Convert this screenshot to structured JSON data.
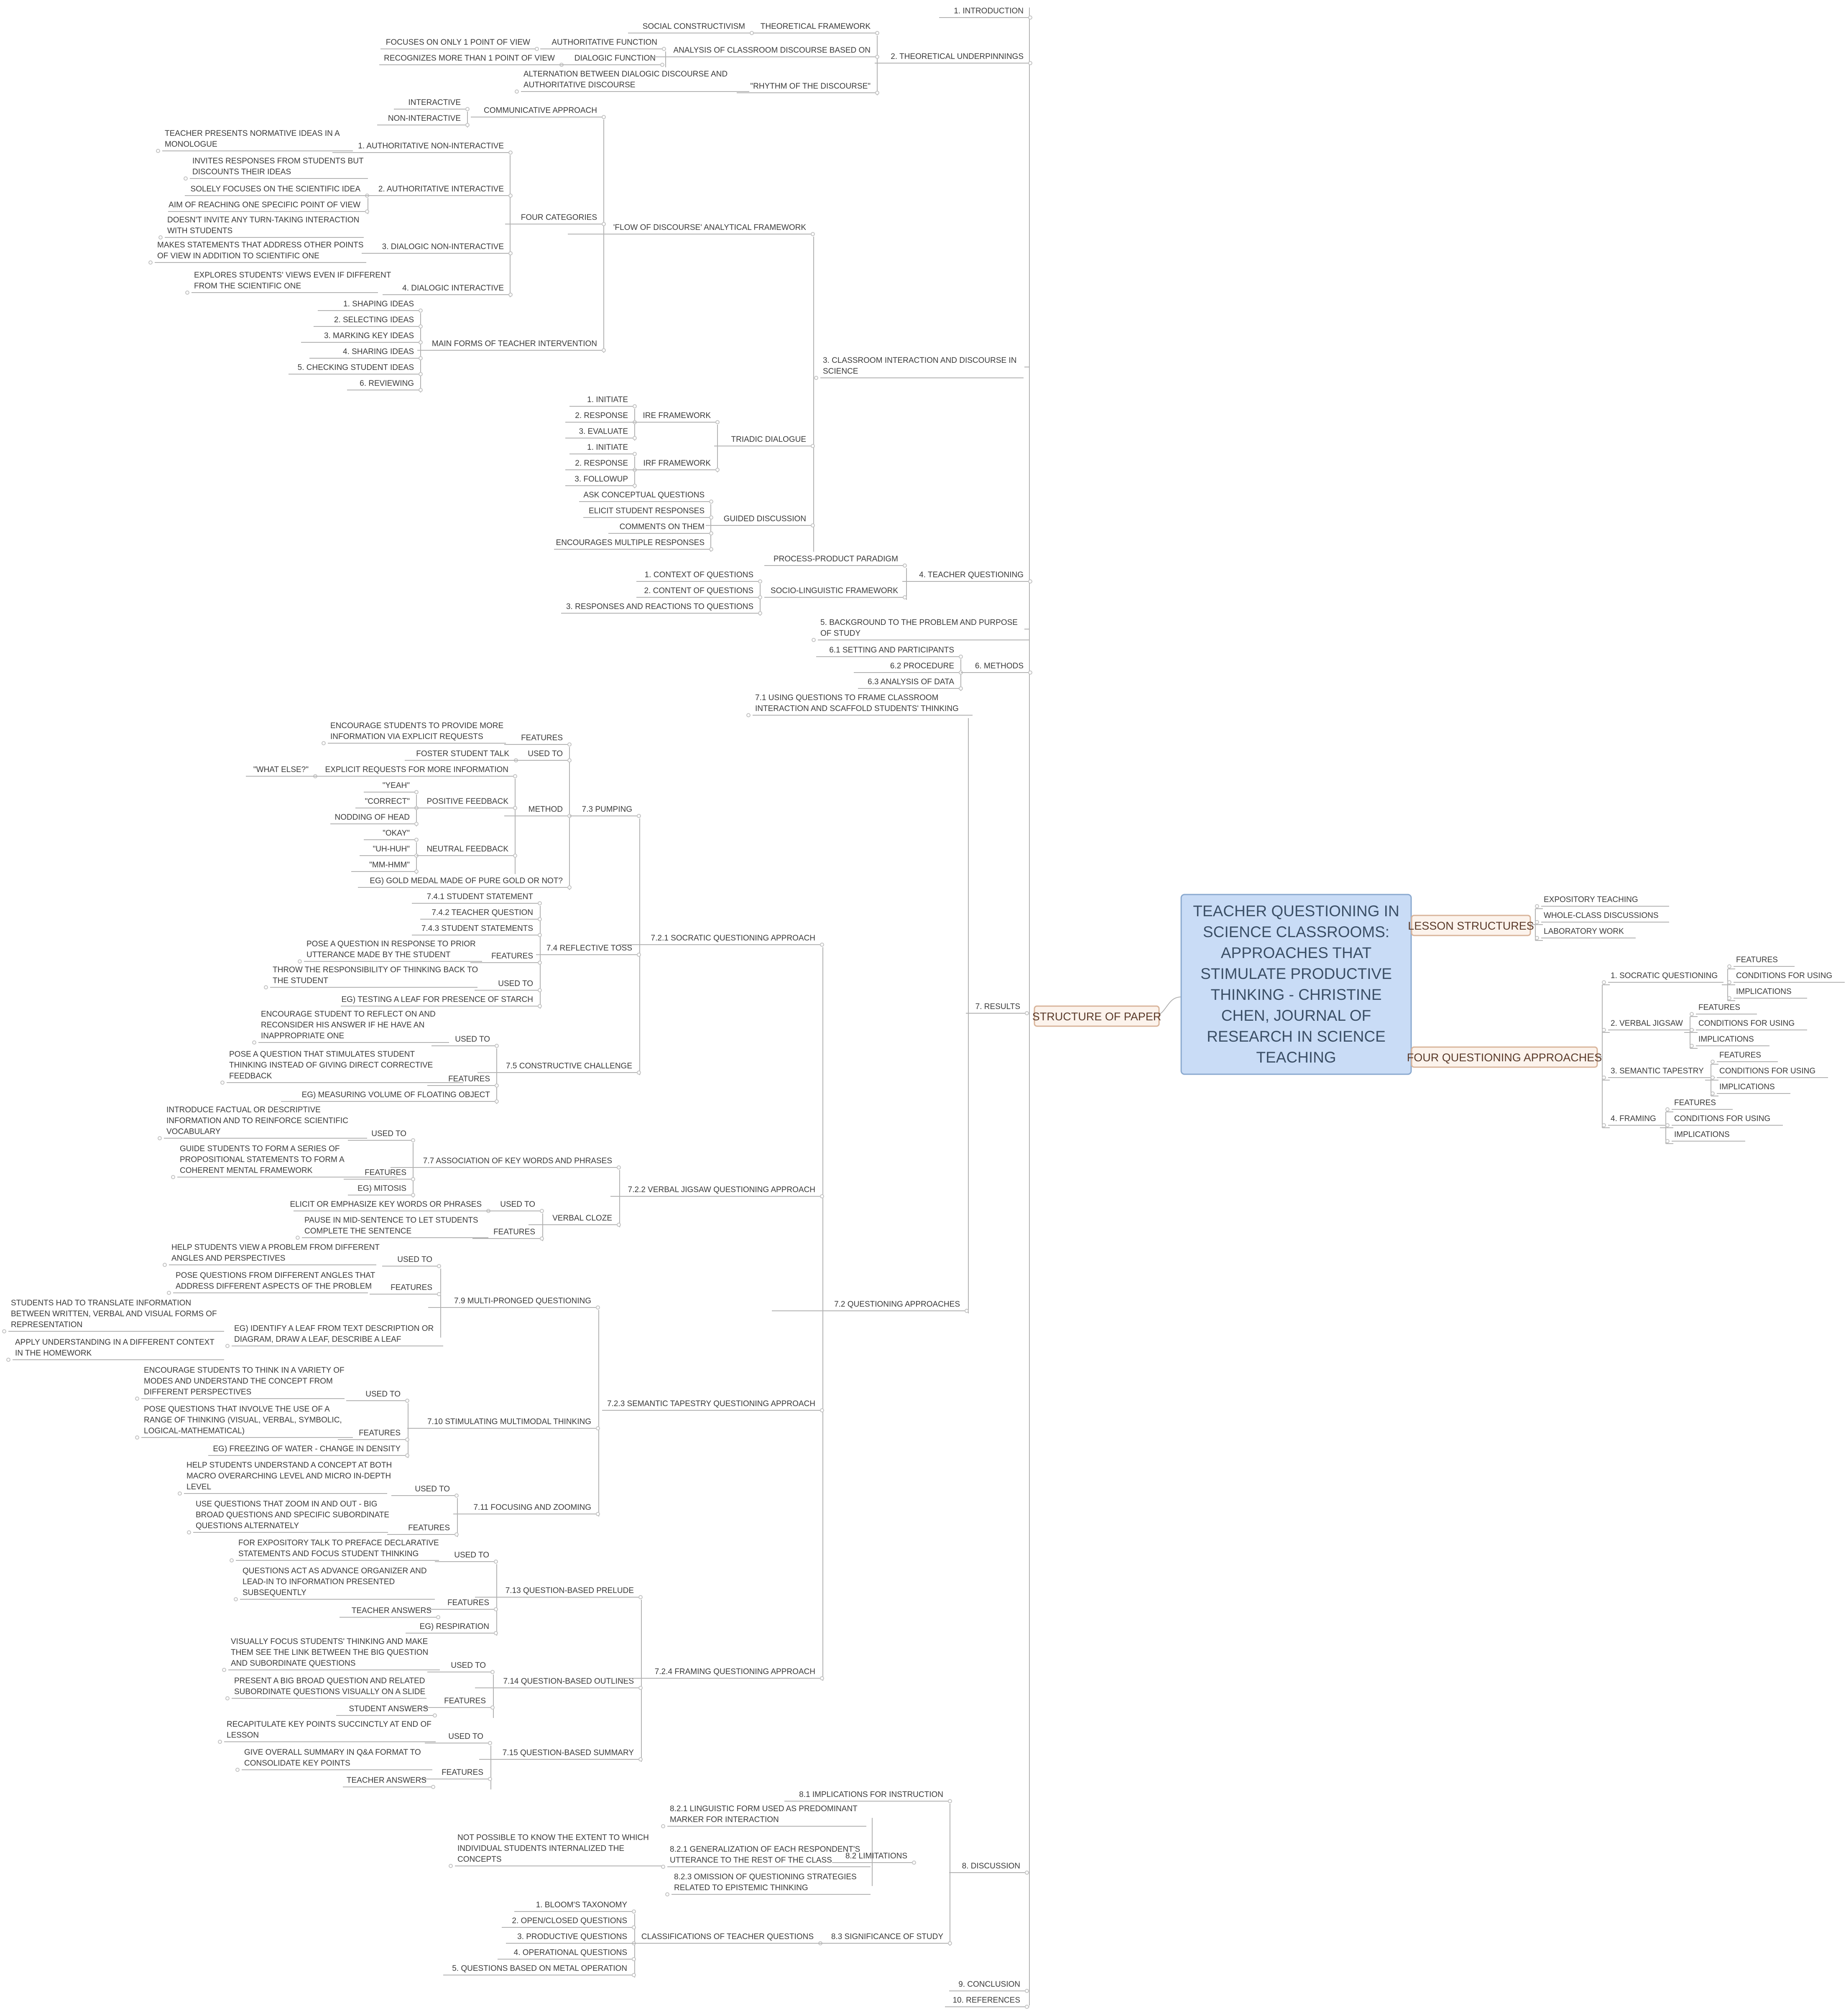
{
  "root": {
    "lines": [
      "TEACHER QUESTIONING IN",
      "SCIENCE CLASSROOMS:",
      "APPROACHES THAT",
      "STIMULATE PRODUCTIVE",
      "THINKING - CHRISTINE",
      "CHEN, JOURNAL OF",
      "RESEARCH IN SCIENCE",
      "TEACHING"
    ]
  },
  "main_branches": {
    "structure": "STRUCTURE OF PAPER",
    "lesson": "LESSON STRUCTURES",
    "approaches": "FOUR QUESTIONING APPROACHES"
  },
  "lesson_structures": [
    "EXPOSITORY TEACHING",
    "WHOLE-CLASS DISCUSSIONS",
    "LABORATORY WORK"
  ],
  "four_approaches": [
    {
      "name": "1. SOCRATIC QUESTIONING",
      "children": [
        "FEATURES",
        "CONDITIONS FOR USING",
        "IMPLICATIONS"
      ]
    },
    {
      "name": "2. VERBAL JIGSAW",
      "children": [
        "FEATURES",
        "CONDITIONS FOR USING",
        "IMPLICATIONS"
      ]
    },
    {
      "name": "3. SEMANTIC TAPESTRY",
      "children": [
        "FEATURES",
        "CONDITIONS FOR USING",
        "IMPLICATIONS"
      ]
    },
    {
      "name": "4. FRAMING",
      "children": [
        "FEATURES",
        "CONDITIONS FOR USING",
        "IMPLICATIONS"
      ]
    }
  ],
  "sections": {
    "introduction": "1. INTRODUCTION",
    "theoretical": "2. THEORETICAL UNDERPINNINGS",
    "classroom": [
      "3. CLASSROOM INTERACTION AND DISCOURSE IN",
      "SCIENCE"
    ],
    "teacher_q": "4. TEACHER QUESTIONING",
    "background": [
      "5. BACKGROUND TO THE PROBLEM AND PURPOSE",
      "OF STUDY"
    ],
    "methods": "6. METHODS",
    "results": "7. RESULTS",
    "discussion": "8. DISCUSSION",
    "conclusion": "9. CONCLUSION",
    "references": "10. REFERENCES"
  },
  "theoretical": {
    "social": "SOCIAL CONSTRUCTIVISM",
    "framework": "THEORETICAL FRAMEWORK",
    "focuses": "FOCUSES ON ONLY 1 POINT OF VIEW",
    "authoritative": "AUTHORITATIVE FUNCTION",
    "recognizes": "RECOGNIZES MORE THAN 1 POINT OF VIEW",
    "dialogic": "DIALOGIC FUNCTION",
    "analysis": "ANALYSIS OF CLASSROOM DISCOURSE BASED ON",
    "alternation": [
      "ALTERNATION BETWEEN DIALOGIC DISCOURSE AND",
      "AUTHORITATIVE DISCOURSE"
    ],
    "rhythm": "\"RHYTHM OF THE DISCOURSE\""
  },
  "classroom": {
    "flow": "'FLOW OF DISCOURSE' ANALYTICAL FRAMEWORK",
    "communicative": "COMMUNICATIVE APPROACH",
    "interactive": "INTERACTIVE",
    "noninteractive": "NON-INTERACTIVE",
    "four_categories": "FOUR CATEGORIES",
    "cat1": "1. AUTHORITATIVE NON-INTERACTIVE",
    "cat1_a": [
      "TEACHER PRESENTS NORMATIVE IDEAS IN A",
      "MONOLOGUE"
    ],
    "cat2": "2. AUTHORITATIVE INTERACTIVE",
    "cat2_a": [
      "INVITES RESPONSES FROM STUDENTS BUT",
      "DISCOUNTS THEIR IDEAS"
    ],
    "cat2_b": "SOLELY FOCUSES ON THE SCIENTIFIC IDEA",
    "cat2_c": "AIM OF REACHING ONE SPECIFIC POINT OF VIEW",
    "cat3": "3. DIALOGIC NON-INTERACTIVE",
    "cat3_a": [
      "DOESN'T INVITE ANY TURN-TAKING INTERACTION",
      "WITH STUDENTS"
    ],
    "cat3_b": [
      "MAKES STATEMENTS THAT ADDRESS OTHER POINTS",
      "OF VIEW IN ADDITION TO SCIENTIFIC ONE"
    ],
    "cat4": "4. DIALOGIC INTERACTIVE",
    "cat4_a": [
      "EXPLORES STUDENTS' VIEWS EVEN IF DIFFERENT",
      "FROM THE SCIENTIFIC ONE"
    ],
    "main_forms": "MAIN FORMS OF TEACHER INTERVENTION",
    "forms": [
      "1. SHAPING IDEAS",
      "2. SELECTING IDEAS",
      "3. MARKING KEY IDEAS",
      "4. SHARING IDEAS",
      "5. CHECKING STUDENT IDEAS",
      "6. REVIEWING"
    ],
    "triadic": "TRIADIC DIALOGUE",
    "ire": "IRE FRAMEWORK",
    "ire_items": [
      "1. INITIATE",
      "2. RESPONSE",
      "3. EVALUATE"
    ],
    "irf": "IRF FRAMEWORK",
    "irf_items": [
      "1. INITIATE",
      "2. RESPONSE",
      "3. FOLLOWUP"
    ],
    "guided": "GUIDED DISCUSSION",
    "guided_items": [
      "ASK CONCEPTUAL QUESTIONS",
      "ELICIT STUDENT RESPONSES",
      "COMMENTS ON THEM",
      "ENCOURAGES MULTIPLE RESPONSES"
    ]
  },
  "teacher_q": {
    "process": "PROCESS-PRODUCT PARADIGM",
    "socio": "SOCIO-LINGUISTIC FRAMEWORK",
    "items": [
      "1. CONTEXT OF QUESTIONS",
      "2. CONTENT OF QUESTIONS",
      "3. RESPONSES AND REACTIONS TO QUESTIONS"
    ]
  },
  "methods": {
    "setting": "6.1 SETTING AND PARTICIPANTS",
    "procedure": "6.2 PROCEDURE",
    "analysis": "6.3 ANALYSIS OF DATA"
  },
  "results": {
    "r71": [
      "7.1 USING QUESTIONS TO FRAME CLASSROOM",
      "INTERACTION AND SCAFFOLD STUDENTS' THINKING"
    ],
    "r72": "7.2 QUESTIONING APPROACHES",
    "socratic": "7.2.1 SOCRATIC QUESTIONING APPROACH",
    "pumping": "7.3 PUMPING",
    "p_features": "FEATURES",
    "p_features_a": [
      "ENCOURAGE STUDENTS TO PROVIDE MORE",
      "INFORMATION VIA EXPLICIT REQUESTS"
    ],
    "p_used": "USED TO",
    "p_used_a": "FOSTER STUDENT TALK",
    "method": "METHOD",
    "explicit": "EXPLICIT REQUESTS FOR MORE INFORMATION",
    "what_else": "\"WHAT ELSE?\"",
    "positive": "POSITIVE FEEDBACK",
    "positive_items": [
      "\"YEAH\"",
      "\"CORRECT\"",
      "NODDING OF HEAD"
    ],
    "neutral": "NEUTRAL FEEDBACK",
    "neutral_items": [
      "\"OKAY\"",
      "\"UH-HUH\"",
      "\"MM-HMM\""
    ],
    "gold": "EG) GOLD MEDAL MADE OF PURE GOLD OR NOT?",
    "toss": "7.4 REFLECTIVE TOSS",
    "toss_items": [
      "7.4.1 STUDENT STATEMENT",
      "7.4.2 TEACHER QUESTION",
      "7.4.3 STUDENT STATEMENTS"
    ],
    "t_features": "FEATURES",
    "t_features_a": [
      "POSE A QUESTION IN RESPONSE TO PRIOR",
      "UTTERANCE MADE BY THE STUDENT"
    ],
    "t_used": "USED TO",
    "t_used_a": [
      "THROW THE RESPONSIBILITY OF THINKING BACK TO",
      "THE STUDENT"
    ],
    "leaf": "EG) TESTING A LEAF FOR PRESENCE OF STARCH",
    "challenge": "7.5 CONSTRUCTIVE CHALLENGE",
    "c_used": "USED TO",
    "c_used_a": [
      "ENCOURAGE STUDENT TO REFLECT ON AND",
      "RECONSIDER HIS ANSWER IF HE HAVE AN",
      "INAPPROPRIATE ONE"
    ],
    "c_features": "FEATURES",
    "c_features_a": [
      "POSE A QUESTION THAT STIMULATES STUDENT",
      "THINKING INSTEAD OF GIVING DIRECT CORRECTIVE",
      "FEEDBACK"
    ],
    "floating": "EG) MEASURING VOLUME OF FLOATING OBJECT",
    "jigsaw": "7.2.2 VERBAL JIGSAW QUESTIONING APPROACH",
    "assoc": "7.7 ASSOCIATION OF KEY WORDS AND PHRASES",
    "a_used": "USED TO",
    "a_used_a": [
      "INTRODUCE FACTUAL OR DESCRIPTIVE",
      "INFORMATION AND TO REINFORCE SCIENTIFIC",
      "VOCABULARY"
    ],
    "a_features": "FEATURES",
    "a_features_a": [
      "GUIDE STUDENTS TO FORM A SERIES OF",
      "PROPOSITIONAL STATEMENTS TO FORM A",
      "COHERENT MENTAL FRAMEWORK"
    ],
    "mitosis": "EG) MITOSIS",
    "cloze": "VERBAL CLOZE",
    "cl_used": "USED TO",
    "cl_used_a": "ELICIT OR EMPHASIZE KEY WORDS OR PHRASES",
    "cl_features": "FEATURES",
    "cl_features_a": [
      "PAUSE IN MID-SENTENCE TO LET STUDENTS",
      "COMPLETE THE SENTENCE"
    ],
    "tapestry": "7.2.3 SEMANTIC TAPESTRY QUESTIONING APPROACH",
    "multi": "7.9 MULTI-PRONGED QUESTIONING",
    "m_used": "USED TO",
    "m_used_a": [
      "HELP STUDENTS VIEW A PROBLEM FROM DIFFERENT",
      "ANGLES AND PERSPECTIVES"
    ],
    "m_features": "FEATURES",
    "m_features_a": [
      "POSE QUESTIONS FROM DIFFERENT ANGLES THAT",
      "ADDRESS DIFFERENT ASPECTS OF THE PROBLEM"
    ],
    "m_eg": [
      "EG) IDENTIFY A LEAF FROM TEXT DESCRIPTION OR",
      "DIAGRAM, DRAW A LEAF, DESCRIBE A LEAF"
    ],
    "m_eg_a": [
      "STUDENTS HAD TO TRANSLATE INFORMATION",
      "BETWEEN WRITTEN, VERBAL AND VISUAL FORMS OF",
      "REPRESENTATION"
    ],
    "m_eg_b": [
      "APPLY UNDERSTANDING IN A DIFFERENT CONTEXT",
      "IN THE HOMEWORK"
    ],
    "multimodal": "7.10 STIMULATING MULTIMODAL THINKING",
    "mm_used": "USED TO",
    "mm_used_a": [
      "ENCOURAGE STUDENTS TO THINK IN A VARIETY OF",
      "MODES AND UNDERSTAND THE CONCEPT FROM",
      "DIFFERENT PERSPECTIVES"
    ],
    "mm_features": "FEATURES",
    "mm_features_a": [
      "POSE QUESTIONS THAT INVOLVE THE USE OF A",
      "RANGE OF THINKING (VISUAL, VERBAL, SYMBOLIC,",
      "LOGICAL-MATHEMATICAL)"
    ],
    "water": "EG) FREEZING OF WATER - CHANGE IN DENSITY",
    "zoom": "7.11 FOCUSING AND ZOOMING",
    "z_used": "USED TO",
    "z_used_a": [
      "HELP STUDENTS UNDERSTAND A CONCEPT AT BOTH",
      "MACRO OVERARCHING LEVEL AND MICRO IN-DEPTH",
      "LEVEL"
    ],
    "z_features": "FEATURES",
    "z_features_a": [
      "USE QUESTIONS THAT ZOOM IN AND OUT - BIG",
      "BROAD QUESTIONS AND SPECIFIC SUBORDINATE",
      "QUESTIONS ALTERNATELY"
    ],
    "framing": "7.2.4 FRAMING QUESTIONING APPROACH",
    "prelude": "7.13 QUESTION-BASED PRELUDE",
    "pr_used": "USED TO",
    "pr_used_a": [
      "FOR EXPOSITORY TALK TO PREFACE DECLARATIVE",
      "STATEMENTS AND FOCUS STUDENT THINKING"
    ],
    "pr_features": "FEATURES",
    "pr_features_a": [
      "QUESTIONS ACT AS ADVANCE ORGANIZER AND",
      "LEAD-IN TO INFORMATION PRESENTED",
      "SUBSEQUENTLY"
    ],
    "pr_features_b": "TEACHER ANSWERS",
    "respiration": "EG) RESPIRATION",
    "outlines": "7.14 QUESTION-BASED OUTLINES",
    "o_used": "USED TO",
    "o_used_a": [
      "VISUALLY FOCUS STUDENTS' THINKING AND MAKE",
      "THEM SEE THE LINK BETWEEN THE BIG QUESTION",
      "AND SUBORDINATE QUESTIONS"
    ],
    "o_features": "FEATURES",
    "o_features_a": [
      "PRESENT A BIG BROAD QUESTION AND RELATED",
      "SUBORDINATE QUESTIONS VISUALLY ON A SLIDE"
    ],
    "o_features_b": "STUDENT ANSWERS",
    "summary": "7.15 QUESTION-BASED SUMMARY",
    "s_used": "USED TO",
    "s_used_a": [
      "RECAPITULATE KEY POINTS SUCCINCTLY AT END OF",
      "LESSON"
    ],
    "s_features": "FEATURES",
    "s_features_a": [
      "GIVE OVERALL SUMMARY IN Q&A FORMAT TO",
      "CONSOLIDATE KEY POINTS"
    ],
    "s_features_b": "TEACHER ANSWERS"
  },
  "discussion": {
    "d81": "8.1 IMPLICATIONS FOR INSTRUCTION",
    "d82": "8.2 LIMITATIONS",
    "lim1": [
      "8.2.1 LINGUISTIC FORM USED AS PREDOMINANT",
      "MARKER FOR INTERACTION"
    ],
    "lim2": [
      "8.2.1 GENERALIZATION OF EACH RESPONDENT'S",
      "UTTERANCE TO THE REST OF THE CLASS"
    ],
    "lim2_a": [
      "NOT POSSIBLE TO KNOW THE EXTENT TO WHICH",
      "INDIVIDUAL STUDENTS INTERNALIZED THE",
      "CONCEPTS"
    ],
    "lim3": [
      "8.2.3 OMISSION OF QUESTIONING STRATEGIES",
      "RELATED TO EPISTEMIC THINKING"
    ],
    "d83": "8.3 SIGNIFICANCE OF STUDY",
    "classif": "CLASSIFICATIONS OF TEACHER QUESTIONS",
    "classif_items": [
      "1. BLOOM'S TAXONOMY",
      "2. OPEN/CLOSED QUESTIONS",
      "3. PRODUCTIVE QUESTIONS",
      "4. OPERATIONAL QUESTIONS",
      "5. QUESTIONS BASED ON METAL OPERATION"
    ]
  }
}
